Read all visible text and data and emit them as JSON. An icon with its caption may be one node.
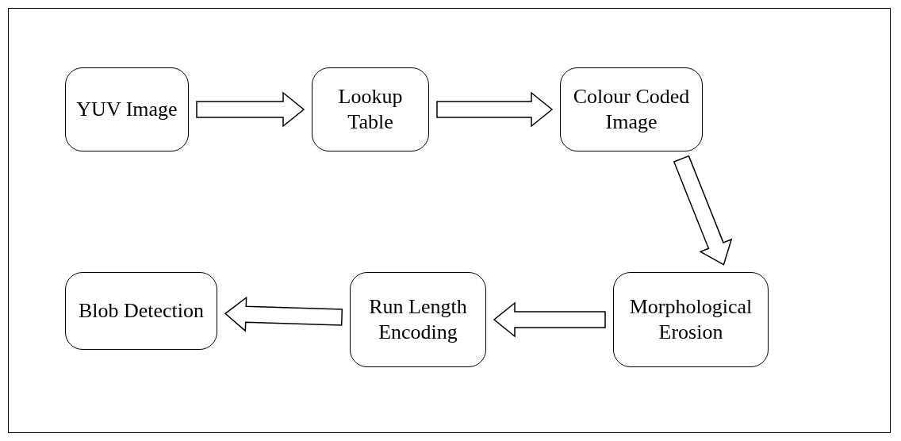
{
  "diagram": {
    "nodes": [
      {
        "text": [
          "YUV Image"
        ]
      },
      {
        "text": [
          "Lookup Table"
        ]
      },
      {
        "text": [
          "Colour Coded Image"
        ]
      },
      {
        "text": [
          "Morphological Erosion"
        ]
      },
      {
        "text": [
          "Run Length Encoding"
        ]
      },
      {
        "text": [
          "Blob Detection"
        ]
      }
    ],
    "edges": [
      {
        "from": 0,
        "to": 1,
        "arrow": "to"
      },
      {
        "from": 1,
        "to": 2,
        "arrow": "to"
      },
      {
        "from": 2,
        "to": 3,
        "arrow": "to"
      },
      {
        "from": 3,
        "to": 4,
        "arrow": "to"
      },
      {
        "from": 4,
        "to": 5,
        "arrow": "to"
      }
    ]
  }
}
